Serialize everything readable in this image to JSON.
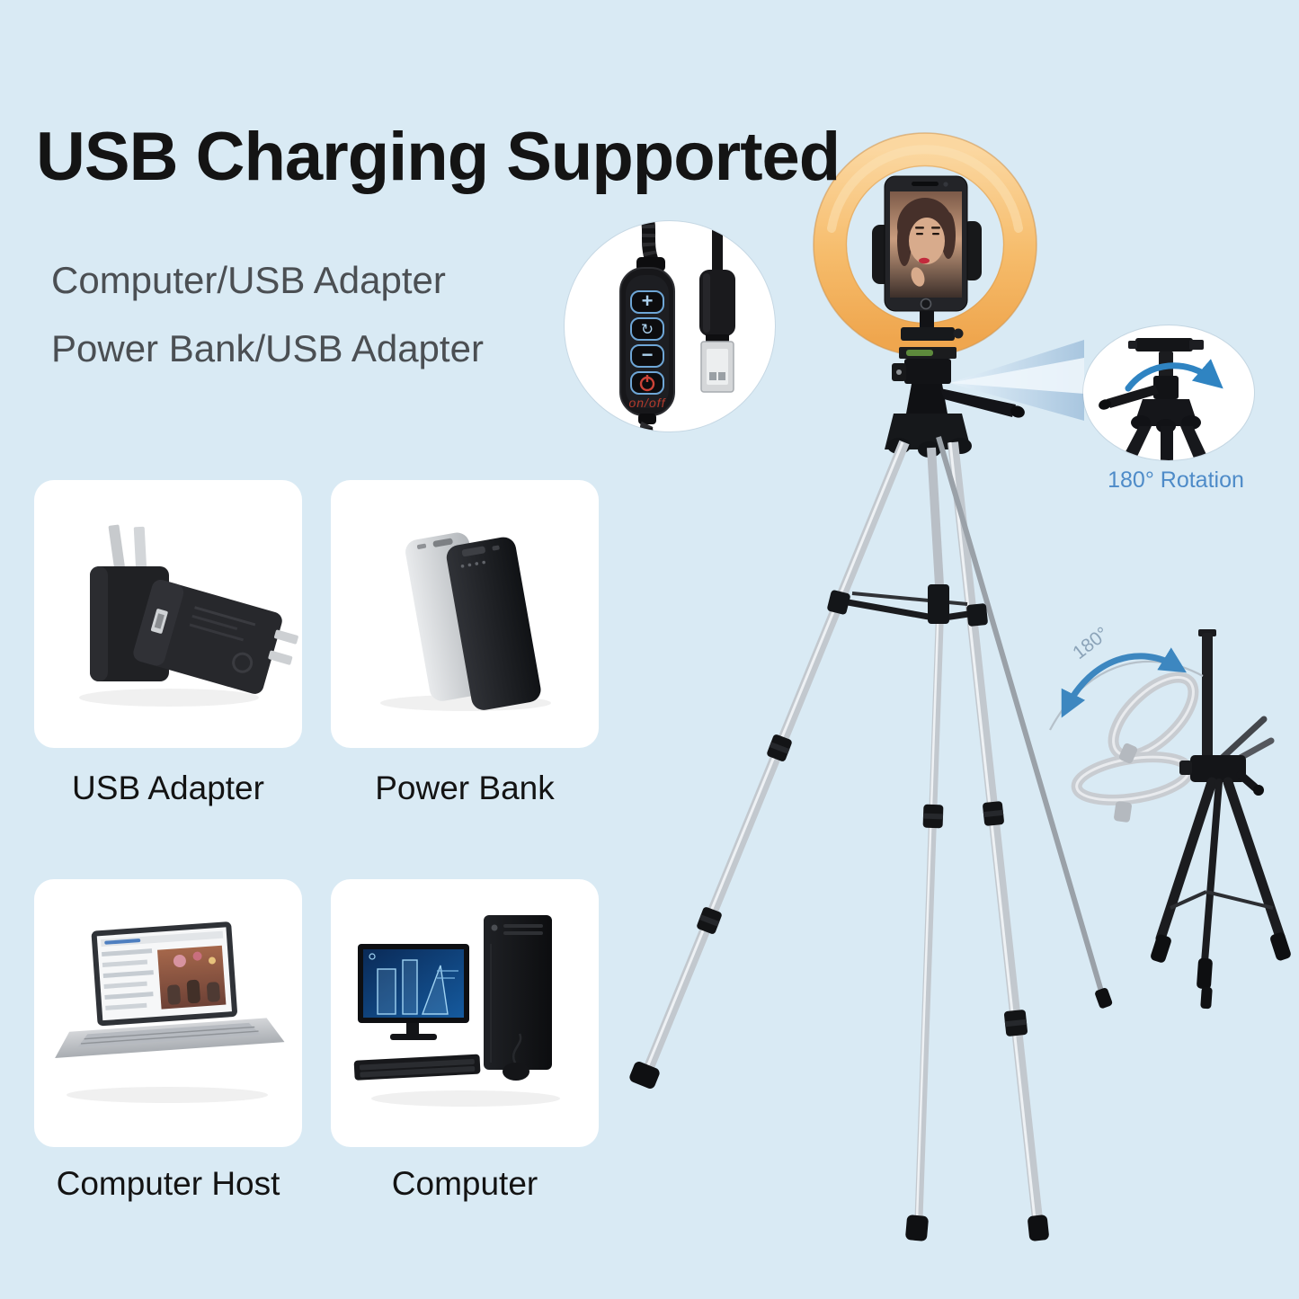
{
  "title": "USB Charging Supported",
  "power_sources": {
    "line1": "Computer/USB Adapter",
    "line2": "Power Bank/USB Adapter"
  },
  "controller_inset": {
    "plus_label": "+",
    "minus_label": "−",
    "mode_icon": "brightness-mode-icon",
    "power_icon": "power-icon",
    "onoff_label": "on/off"
  },
  "rotation_inset": {
    "label": "180° Rotation"
  },
  "fold_annotation": {
    "label": "180°"
  },
  "cards": [
    {
      "label": "USB Adapter"
    },
    {
      "label": "Power Bank"
    },
    {
      "label": "Computer Host"
    },
    {
      "label": "Computer"
    }
  ],
  "colors": {
    "background": "#d9eaf4",
    "title_text": "#141414",
    "subtitle_text": "#4b4f53",
    "label_text": "#131313",
    "card_bg": "#ffffff",
    "accent_blue": "#3d87c0",
    "rotation_text": "#4e8bc8",
    "fold_text": "#8ba3b8",
    "onoff_red": "#b23a2c",
    "ring_light_orange": "#f5b763"
  }
}
